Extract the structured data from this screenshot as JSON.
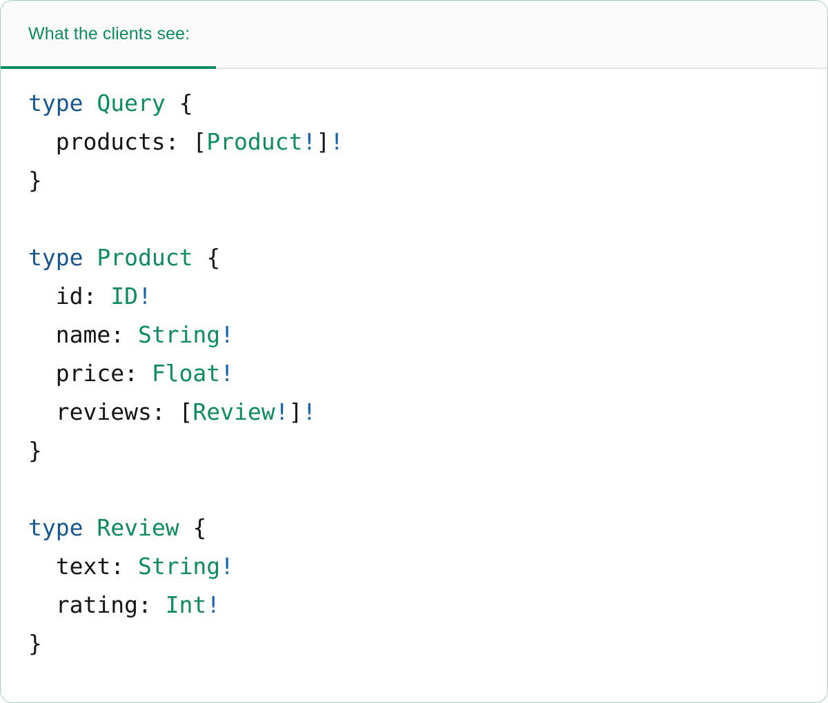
{
  "card": {
    "border_color": "#9ccfb4",
    "background": "#ffffff"
  },
  "tabbar": {
    "background": "#fbfbfb",
    "active_underline_color": "#0d8a60",
    "divider_color": "#e4e4e4",
    "tabs": [
      {
        "label": "What the clients see:",
        "active": true,
        "color": "#0d8a60"
      }
    ]
  },
  "theme": {
    "keyword_color": "#17558f",
    "type_color": "#0d8a60",
    "punctuation_color": "#141414",
    "bang_color": "#1763ad",
    "code_background": "#ffffff"
  },
  "code": {
    "language": "graphql",
    "lines": [
      {
        "tokens": [
          {
            "t": "type",
            "c": "kw"
          },
          {
            "t": " ",
            "c": "punct"
          },
          {
            "t": "Query",
            "c": "type"
          },
          {
            "t": " ",
            "c": "punct"
          },
          {
            "t": "{",
            "c": "punct"
          }
        ]
      },
      {
        "tokens": [
          {
            "t": "  products: ",
            "c": "field"
          },
          {
            "t": "[",
            "c": "punct"
          },
          {
            "t": "Product",
            "c": "type"
          },
          {
            "t": "!",
            "c": "bang"
          },
          {
            "t": "]",
            "c": "punct"
          },
          {
            "t": "!",
            "c": "bang"
          }
        ]
      },
      {
        "tokens": [
          {
            "t": "}",
            "c": "punct"
          }
        ]
      },
      {
        "tokens": [
          {
            "t": " ",
            "c": "punct"
          }
        ]
      },
      {
        "tokens": [
          {
            "t": "type",
            "c": "kw"
          },
          {
            "t": " ",
            "c": "punct"
          },
          {
            "t": "Product",
            "c": "type"
          },
          {
            "t": " ",
            "c": "punct"
          },
          {
            "t": "{",
            "c": "punct"
          }
        ]
      },
      {
        "tokens": [
          {
            "t": "  id: ",
            "c": "field"
          },
          {
            "t": "ID",
            "c": "type"
          },
          {
            "t": "!",
            "c": "bang"
          }
        ]
      },
      {
        "tokens": [
          {
            "t": "  name: ",
            "c": "field"
          },
          {
            "t": "String",
            "c": "type"
          },
          {
            "t": "!",
            "c": "bang"
          }
        ]
      },
      {
        "tokens": [
          {
            "t": "  price: ",
            "c": "field"
          },
          {
            "t": "Float",
            "c": "type"
          },
          {
            "t": "!",
            "c": "bang"
          }
        ]
      },
      {
        "tokens": [
          {
            "t": "  reviews: ",
            "c": "field"
          },
          {
            "t": "[",
            "c": "punct"
          },
          {
            "t": "Review",
            "c": "type"
          },
          {
            "t": "!",
            "c": "bang"
          },
          {
            "t": "]",
            "c": "punct"
          },
          {
            "t": "!",
            "c": "bang"
          }
        ]
      },
      {
        "tokens": [
          {
            "t": "}",
            "c": "punct"
          }
        ]
      },
      {
        "tokens": [
          {
            "t": " ",
            "c": "punct"
          }
        ]
      },
      {
        "tokens": [
          {
            "t": "type",
            "c": "kw"
          },
          {
            "t": " ",
            "c": "punct"
          },
          {
            "t": "Review",
            "c": "type"
          },
          {
            "t": " ",
            "c": "punct"
          },
          {
            "t": "{",
            "c": "punct"
          }
        ]
      },
      {
        "tokens": [
          {
            "t": "  text: ",
            "c": "field"
          },
          {
            "t": "String",
            "c": "type"
          },
          {
            "t": "!",
            "c": "bang"
          }
        ]
      },
      {
        "tokens": [
          {
            "t": "  rating: ",
            "c": "field"
          },
          {
            "t": "Int",
            "c": "type"
          },
          {
            "t": "!",
            "c": "bang"
          }
        ]
      },
      {
        "tokens": [
          {
            "t": "}",
            "c": "punct"
          }
        ]
      }
    ],
    "plain_text": "type Query {\n  products: [Product!]!\n}\n\ntype Product {\n  id: ID!\n  name: String!\n  price: Float!\n  reviews: [Review!]!\n}\n\ntype Review {\n  text: String!\n  rating: Int!\n}"
  }
}
